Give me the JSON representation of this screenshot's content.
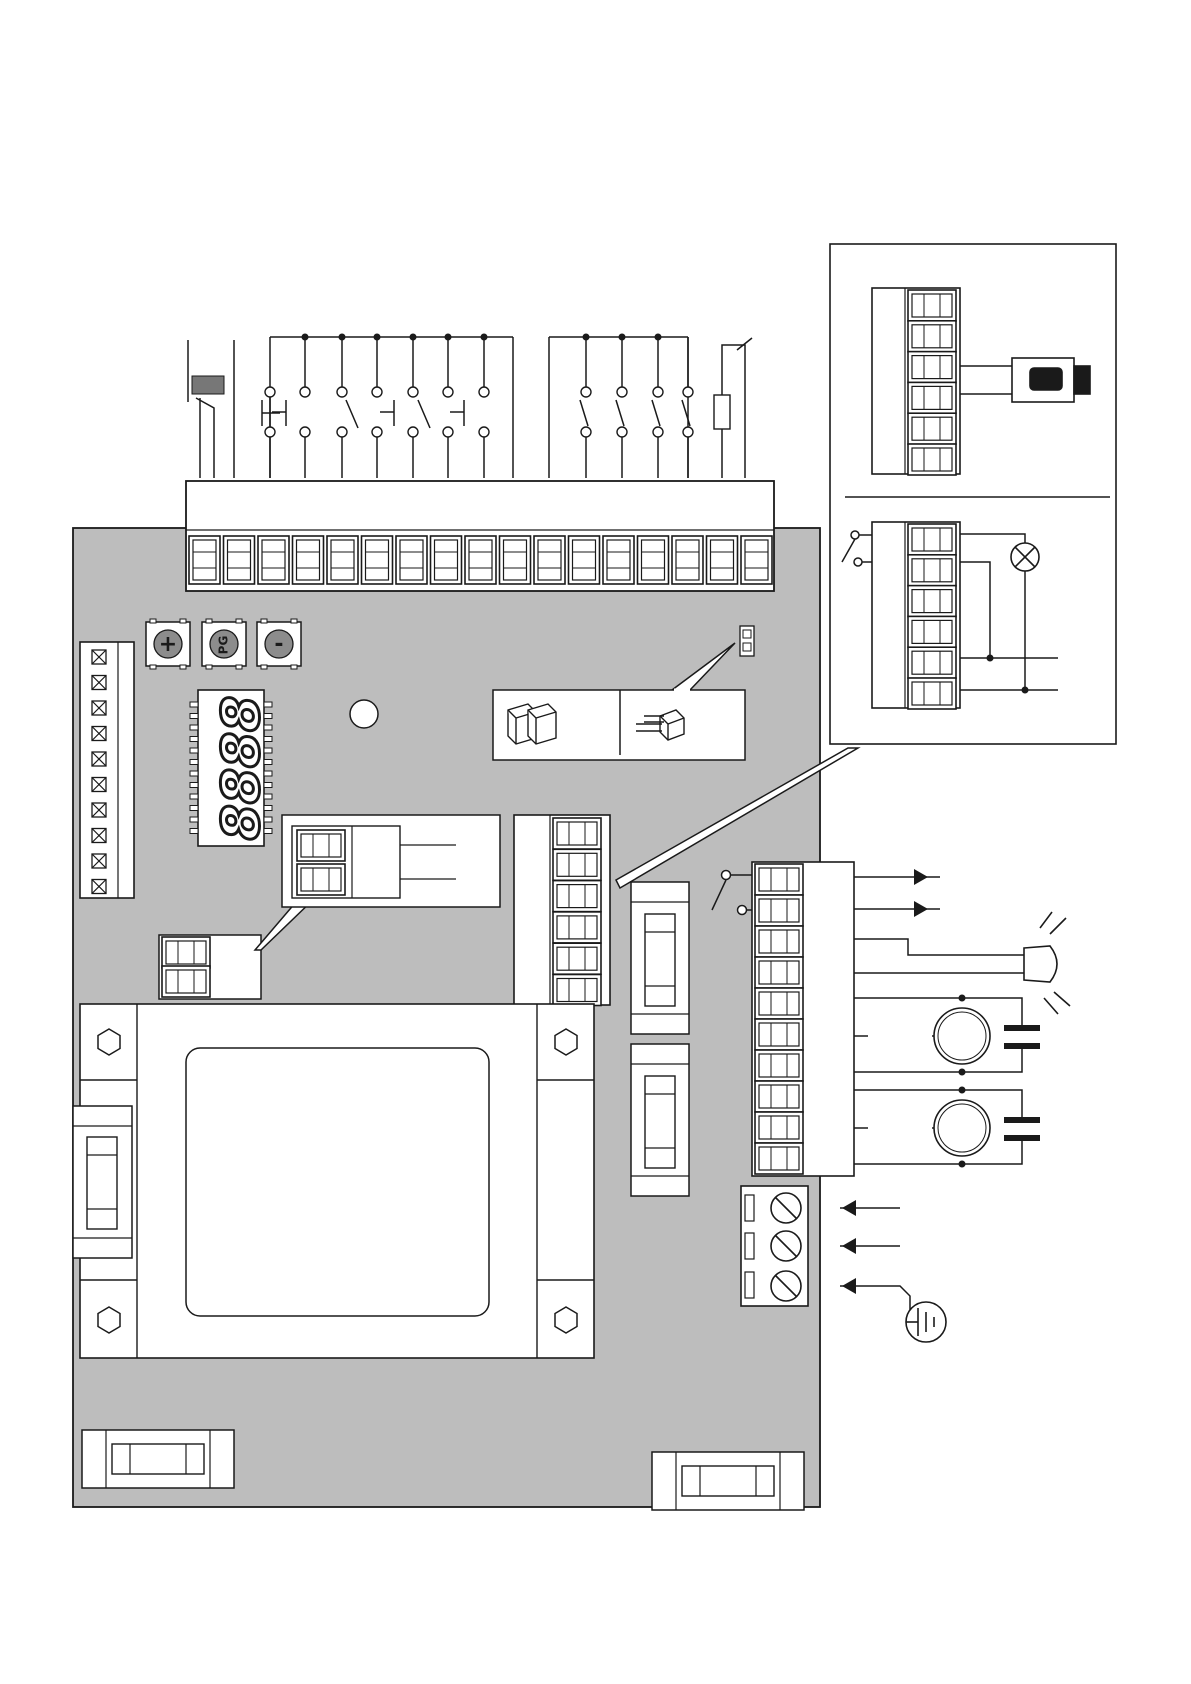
{
  "board": {
    "fill": "#bdbdbd",
    "stroke": "#1a1a1a",
    "terminal_fill": "#ffffff"
  },
  "buttons": [
    {
      "name": "plus-button",
      "label": "+"
    },
    {
      "name": "pg-button",
      "label": "PG"
    },
    {
      "name": "minus-button",
      "label": "-"
    }
  ],
  "display": {
    "digits": "8888"
  }
}
